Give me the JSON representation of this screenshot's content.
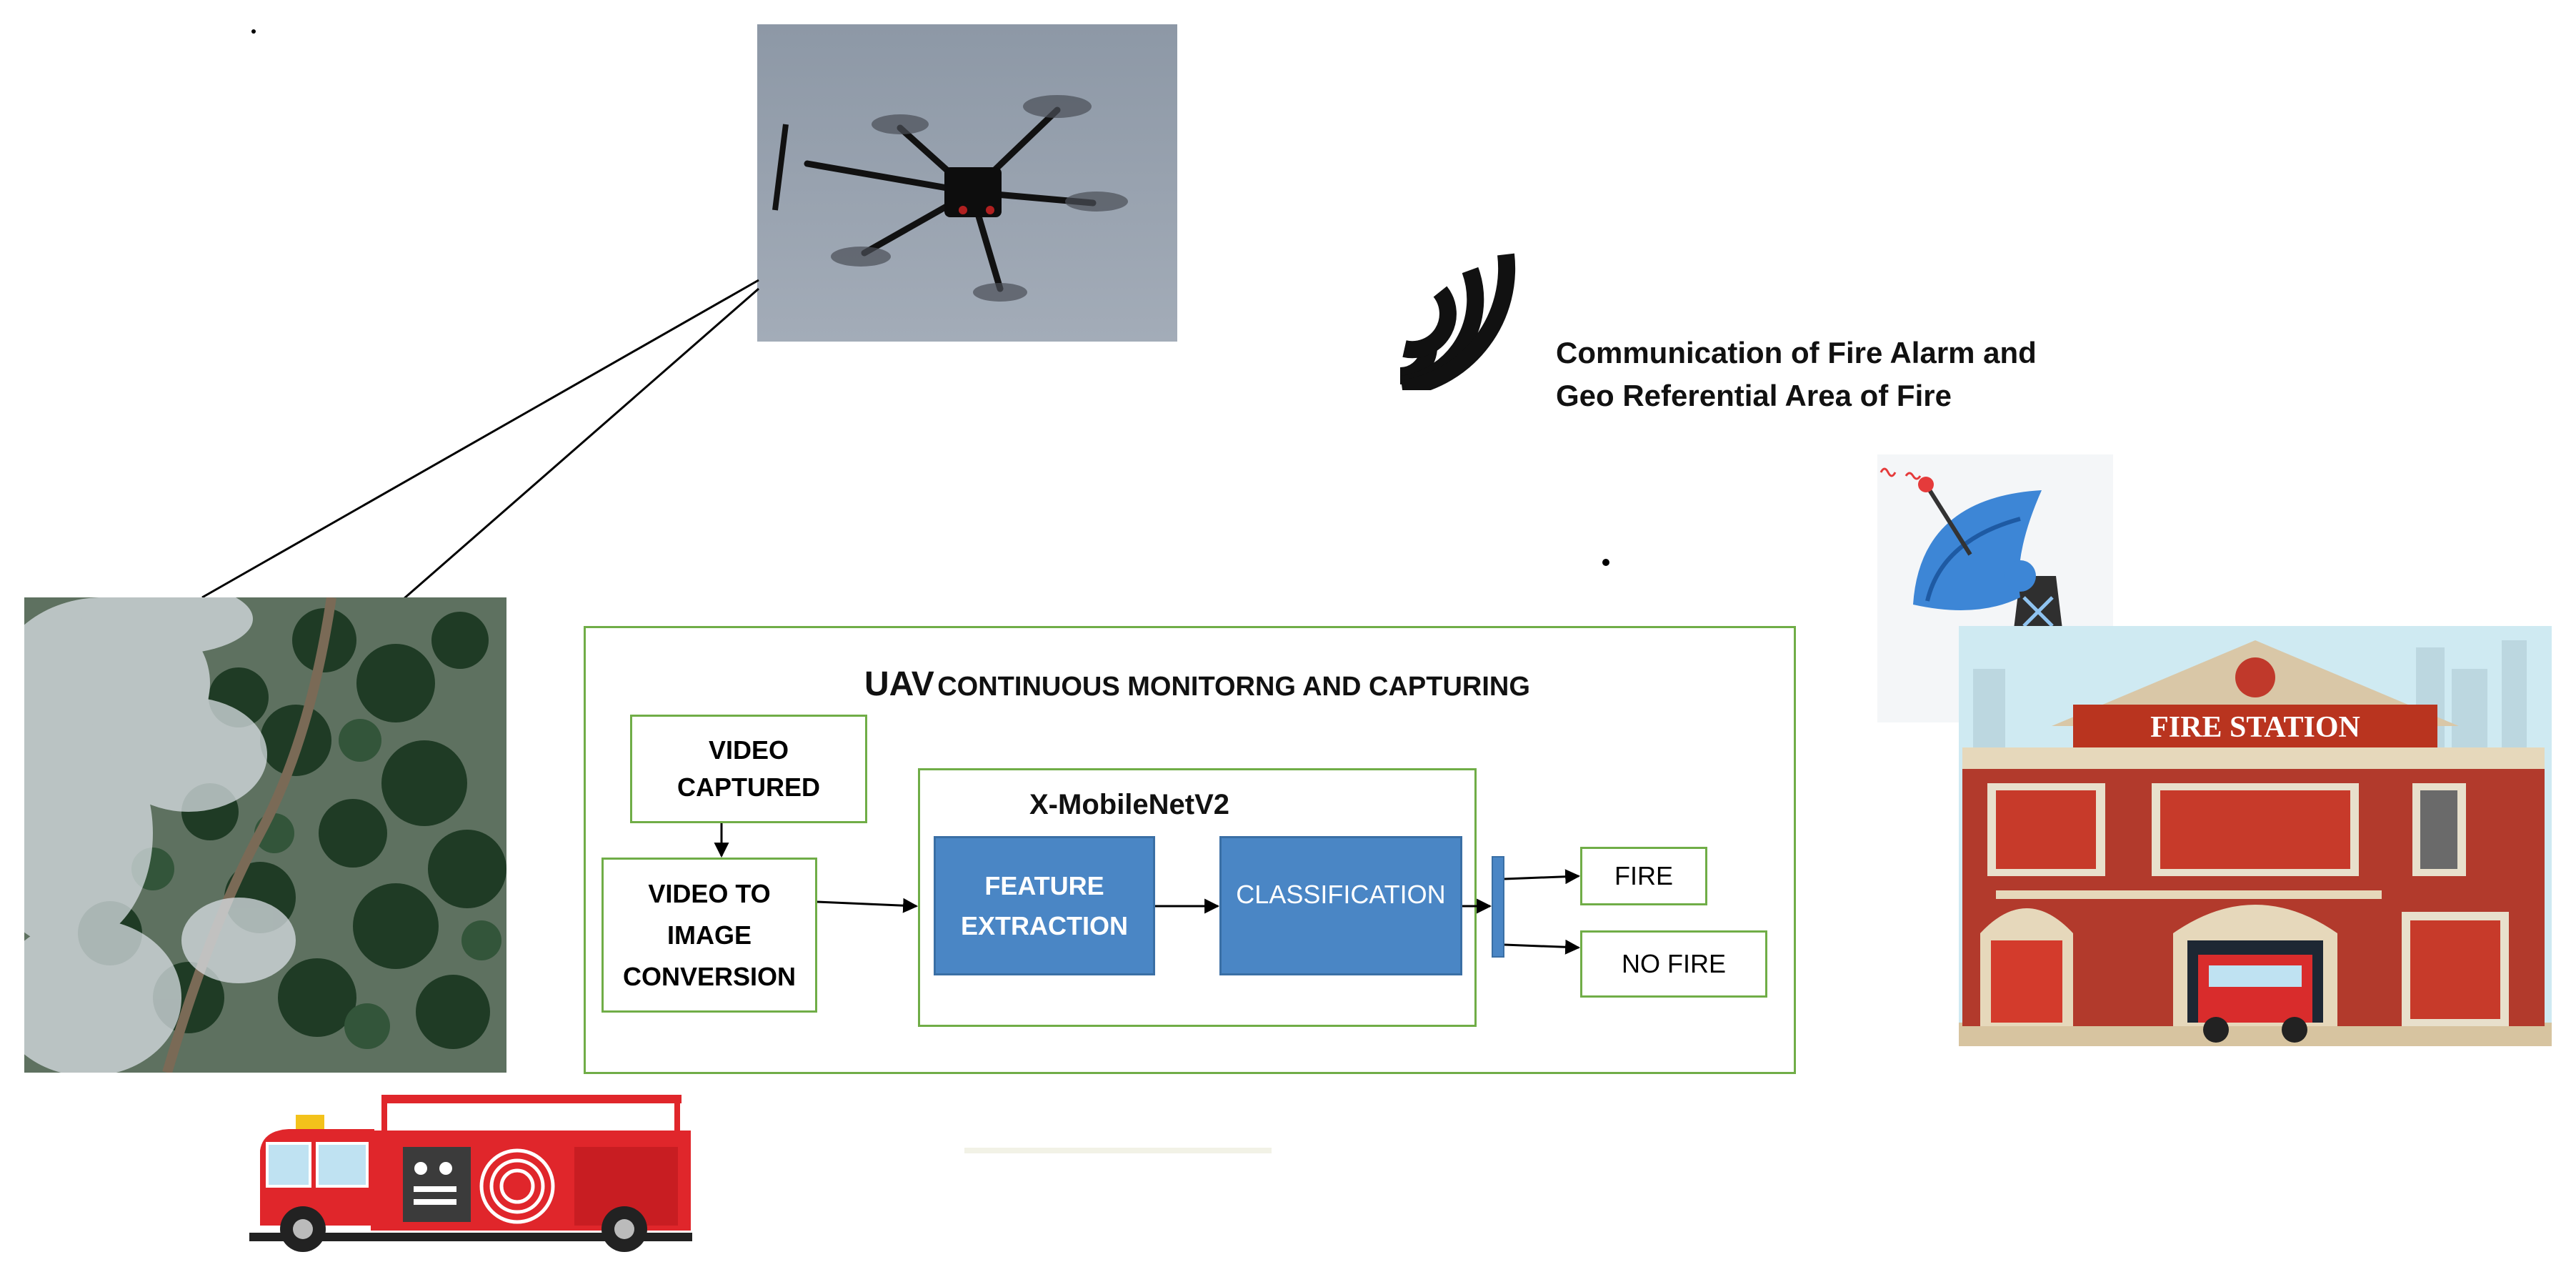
{
  "communication": {
    "line1": "Communication of Fire Alarm and",
    "line2": "Geo Referential Area of Fire"
  },
  "panel": {
    "title_uav": "UAV",
    "title_rest": "CONTINUOUS MONITORNG AND CAPTURING"
  },
  "boxes": {
    "video_captured_1": "VIDEO",
    "video_captured_2": "CAPTURED",
    "v2i_1": "VIDEO TO",
    "v2i_2": "IMAGE",
    "v2i_3": "CONVERSION",
    "model_label": "X-MobileNetV2",
    "feature_1": "FEATURE",
    "feature_2": "EXTRACTION",
    "classification": "CLASSIFICATION",
    "fire": "FIRE",
    "no_fire": "NO FIRE"
  },
  "station_sign": "FIRE STATION",
  "colors": {
    "box_border": "#70ad47",
    "block_fill": "#4a86c5",
    "truck_red": "#e0262b",
    "dish_blue": "#3d86d6"
  }
}
